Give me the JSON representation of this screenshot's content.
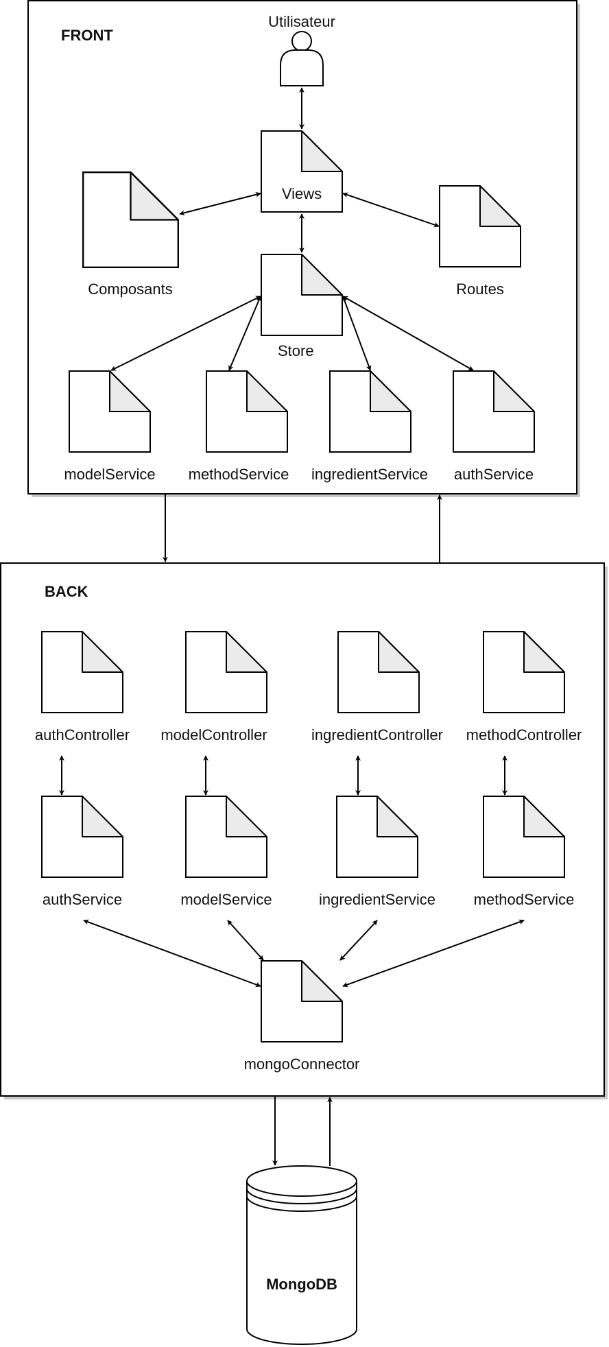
{
  "front": {
    "title": "FRONT",
    "user_label": "Utilisateur",
    "views": "Views",
    "composants": "Composants",
    "routes": "Routes",
    "store": "Store",
    "services": [
      "modelService",
      "methodService",
      "ingredientService",
      "authService"
    ]
  },
  "back": {
    "title": "BACK",
    "controllers": [
      "authController",
      "modelController",
      "ingredientController",
      "methodController"
    ],
    "services": [
      "authService",
      "modelService",
      "ingredientService",
      "methodService"
    ],
    "connector": "mongoConnector"
  },
  "database": {
    "label": "MongoDB"
  }
}
